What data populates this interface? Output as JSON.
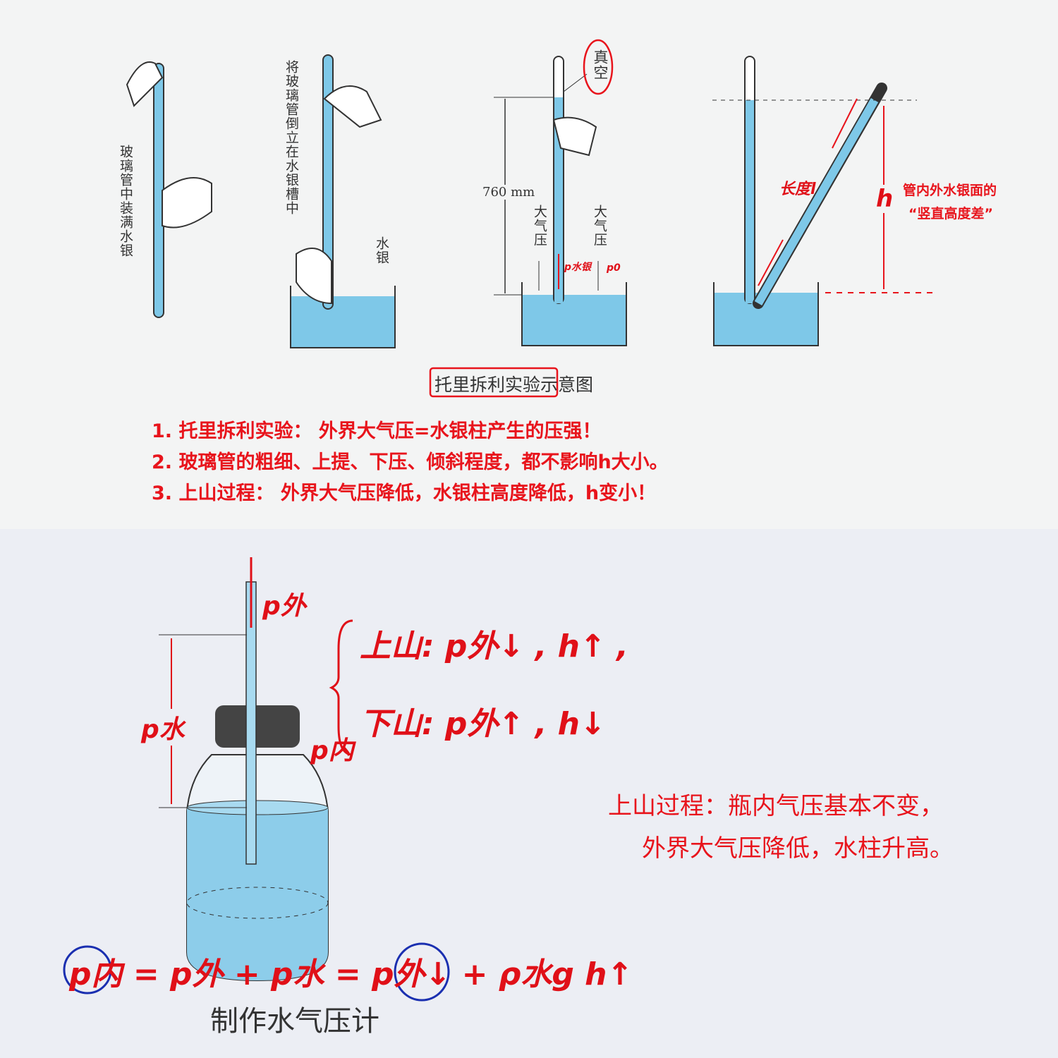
{
  "torricelli": {
    "step1_label": "玻璃管中装满水银",
    "step2_label": "将玻璃管倒立在水银槽中",
    "mercury_label": "水银",
    "vacuum_label": "真空",
    "height_label": "760 mm",
    "atm_left": "大气压",
    "atm_right": "大气压",
    "p_mercury": "p水银",
    "p0": "p0",
    "length_label": "长度l",
    "h_label": "h",
    "h_desc_line1": "管内外水银面的",
    "h_desc_line2": "“竖直高度差”",
    "caption": "托里拆利实验示意图"
  },
  "notes": [
    "1. 托里拆利实验： 外界大气压=水银柱产生的压强！",
    "2. 玻璃管的粗细、上提、下压、倾斜程度，都不影响h大小。",
    "3. 上山过程： 外界大气压降低，水银柱高度降低，h变小！"
  ],
  "barometer": {
    "p_out": "p外",
    "p_water": "p水",
    "p_in": "p内",
    "uphill": "上山: p外↓ , h↑ ,",
    "downhill": "下山: p外↑ , h↓",
    "formula": "p内 = p外 + p水 = p外↓ + ρ水g h↑",
    "note_line1": "上山过程：瓶内气压基本不变，",
    "note_line2": "外界大气压降低，水柱升高。",
    "caption": "制作水气压计"
  },
  "colors": {
    "water": "#7ec8e8",
    "annotation": "#e8141c",
    "circle": "#1a2fb0"
  }
}
